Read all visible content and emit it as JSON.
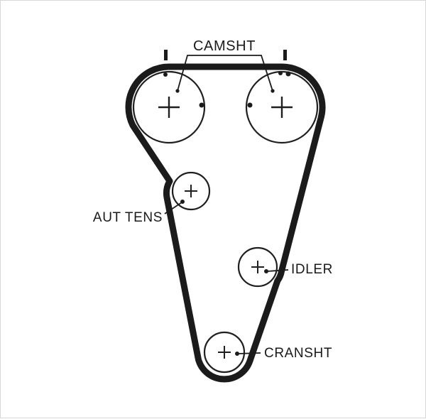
{
  "diagram": {
    "type": "timing-belt-routing",
    "labels": {
      "camshaft": "CAMSHT",
      "tensioner": "AUT TENS",
      "idler": "IDLER",
      "crankshaft": "CRANSHT"
    },
    "colors": {
      "belt": "#1b1b1b",
      "outline": "#1f1f1f",
      "background": "#ffffff",
      "text": "#1a1a1a"
    },
    "components": [
      {
        "name": "camshaft-pulley-left",
        "center_mark": "cross",
        "timing_dots": 2
      },
      {
        "name": "camshaft-pulley-right",
        "center_mark": "cross",
        "timing_dots": 3
      },
      {
        "name": "automatic-tensioner",
        "center_mark": "cross"
      },
      {
        "name": "idler-pulley",
        "center_mark": "cross"
      },
      {
        "name": "crankshaft-pulley",
        "center_mark": "cross"
      }
    ]
  }
}
